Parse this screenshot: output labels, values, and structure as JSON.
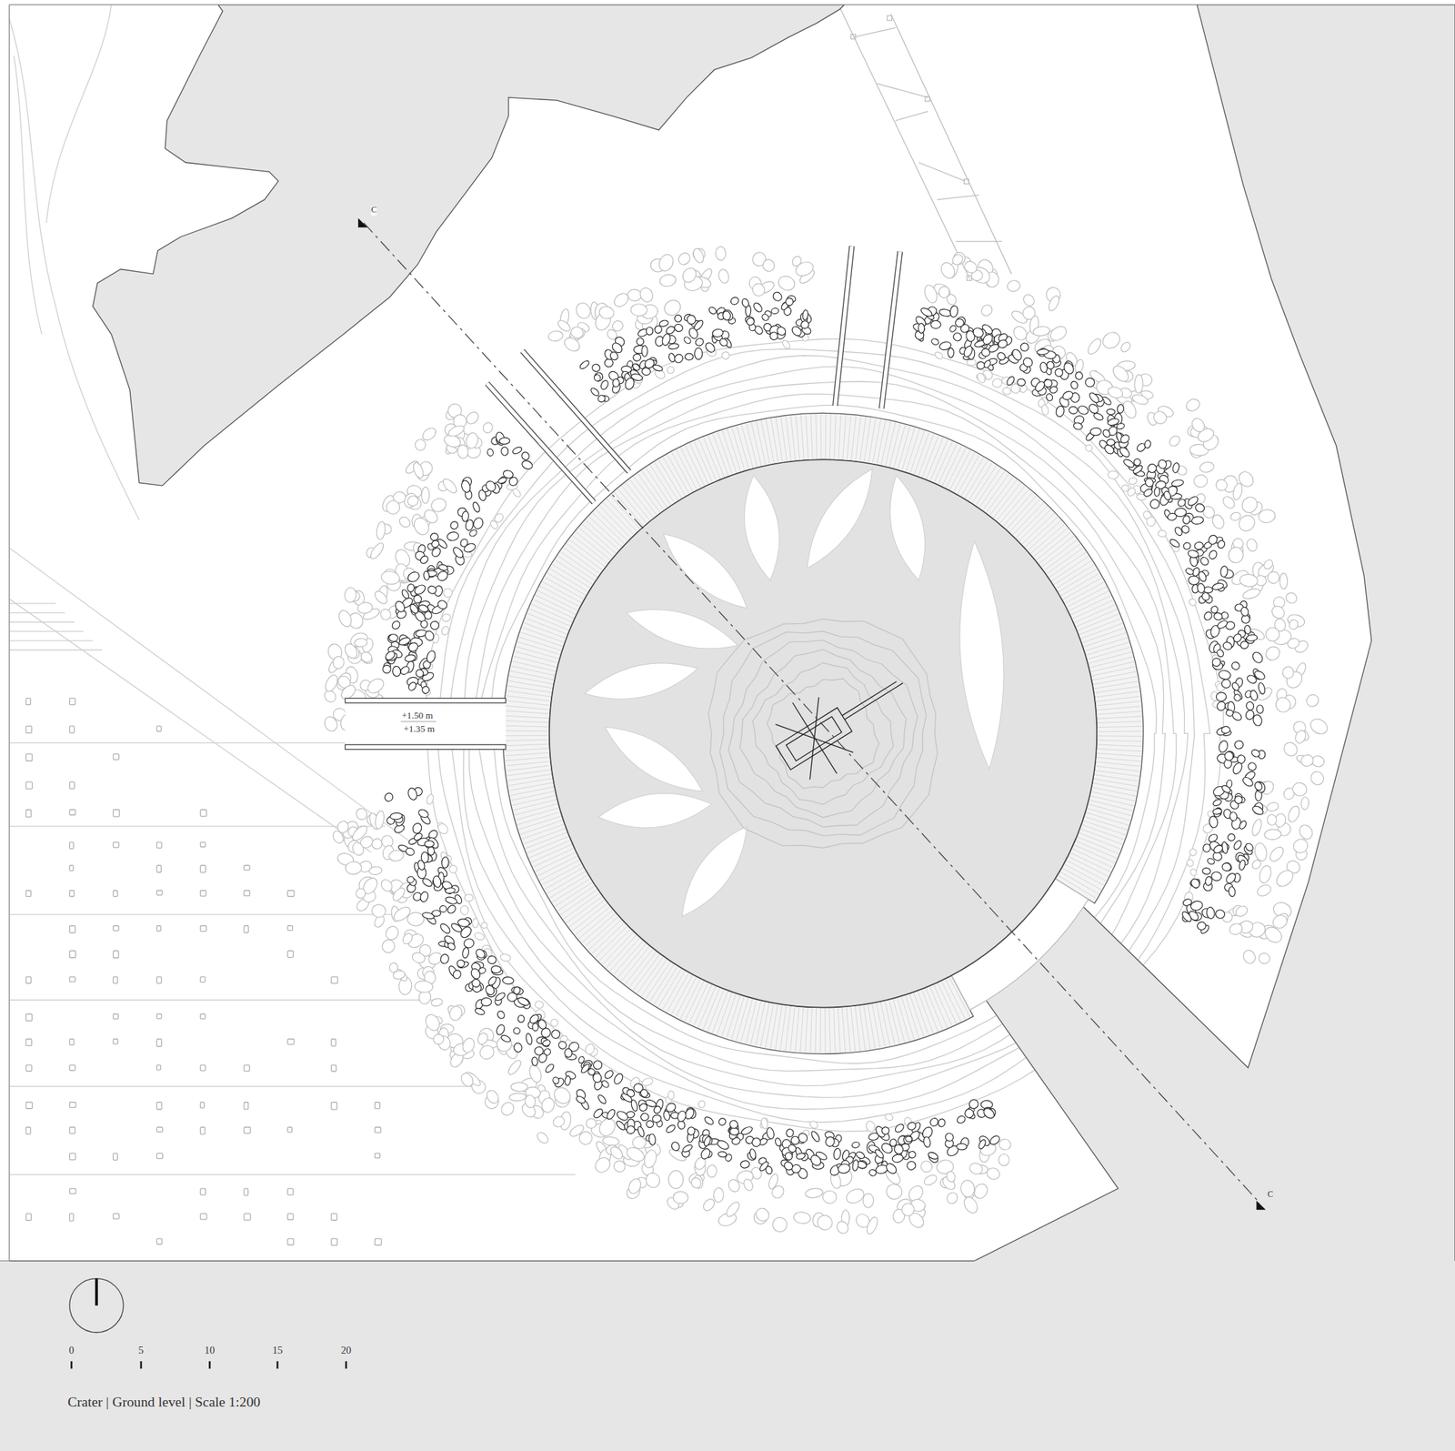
{
  "diagram": {
    "caption": "Crater | Ground level | Scale 1:200",
    "labels": [
      "C",
      "+1.50 m",
      "+1.35 m",
      "C",
      "0",
      "5",
      "10",
      "15",
      "20"
    ]
  }
}
